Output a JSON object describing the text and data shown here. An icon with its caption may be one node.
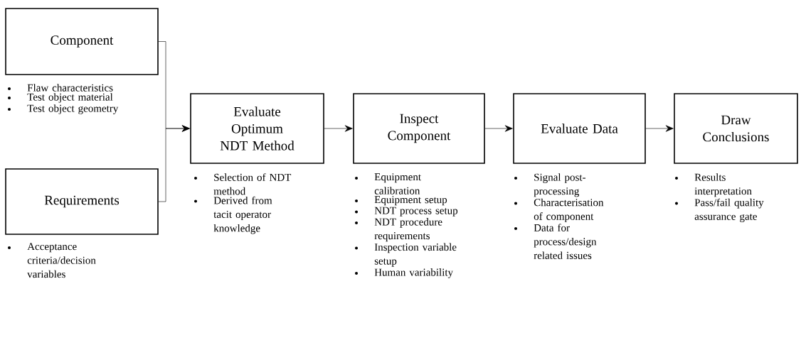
{
  "diagram": {
    "nodes": [
      {
        "text": [
          "Component"
        ],
        "beside": [
          "Flaw characteristics",
          "Test object material",
          "Test object geometry"
        ]
      },
      {
        "text": [
          "Requirements"
        ],
        "beside": [
          "Acceptance criteria/decision variables"
        ]
      },
      {
        "text": [
          "Evaluate Optimum NDT Method"
        ],
        "beside": [
          "Selection of NDT method",
          "Derived from tacit operator knowledge"
        ]
      },
      {
        "text": [
          "Inspect Component"
        ],
        "beside": [
          "Equipment calibration",
          "Equipment setup",
          "NDT process setup",
          "NDT procedure requirements",
          "Inspection variable setup",
          "Human variability"
        ]
      },
      {
        "text": [
          "Evaluate Data"
        ],
        "beside": [
          "Signal post-processing",
          "Characterisation of component",
          "Data for process/design related issues"
        ]
      },
      {
        "text": [
          "Draw Conclusions"
        ],
        "beside": [
          "Results interpretation",
          "Pass/fail quality assurance gate"
        ]
      }
    ],
    "edges": [
      {
        "from": 0,
        "to": 2,
        "arrow": "to"
      },
      {
        "from": 1,
        "to": 2,
        "arrow": "to"
      },
      {
        "from": 2,
        "to": 3,
        "arrow": "to"
      },
      {
        "from": 3,
        "to": 4,
        "arrow": "to"
      },
      {
        "from": 4,
        "to": 5,
        "arrow": "to"
      }
    ]
  }
}
